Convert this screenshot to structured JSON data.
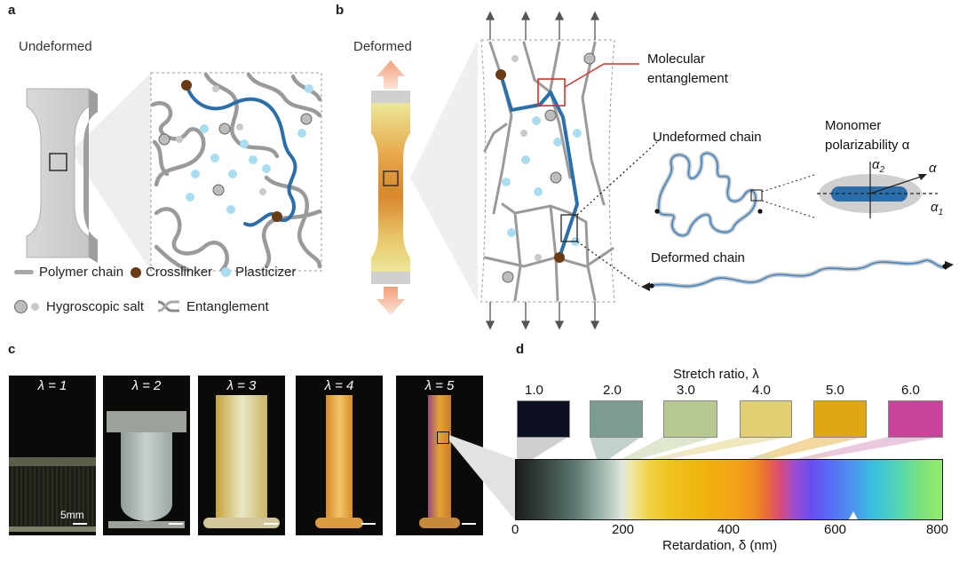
{
  "panels": {
    "a": "a",
    "b": "b",
    "c": "c",
    "d": "d"
  },
  "panel_a": {
    "title": "Undeformed"
  },
  "legend": {
    "polymer_chain": "Polymer chain",
    "crosslinker": "Crosslinker",
    "plasticizer": "Plasticizer",
    "hygroscopic_salt": "Hygroscopic salt",
    "entanglement": "Entanglement"
  },
  "panel_b": {
    "title": "Deformed",
    "molecular_entanglement": "Molecular\nentanglement",
    "undeformed_chain": "Undeformed chain",
    "deformed_chain": "Deformed chain",
    "monomer_polarizability": "Monomer\npolarizability α",
    "alpha": "α",
    "alpha1": "α",
    "alpha1_sub": "1",
    "alpha2": "α",
    "alpha2_sub": "2"
  },
  "panel_c": {
    "photos": [
      {
        "label": "λ = 1"
      },
      {
        "label": "λ = 2"
      },
      {
        "label": "λ = 3"
      },
      {
        "label": "λ = 4"
      },
      {
        "label": "λ = 5"
      }
    ],
    "scale_bar": "5mm"
  },
  "panel_d": {
    "stretch_title": "Stretch ratio, λ",
    "stretch_values": [
      "1.0",
      "2.0",
      "3.0",
      "4.0",
      "5.0",
      "6.0"
    ],
    "swatch_colors": [
      "#0c0f20",
      "#7c9c91",
      "#b7c893",
      "#e1cf74",
      "#e1a616",
      "#c8449a"
    ],
    "axis_ticks": [
      "0",
      "200",
      "400",
      "600",
      "800"
    ],
    "axis_label": "Retardation, δ (nm)"
  }
}
